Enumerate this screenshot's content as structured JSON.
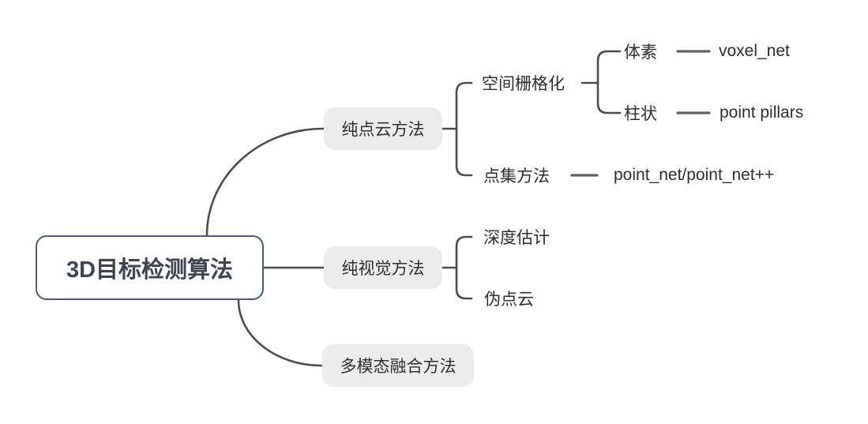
{
  "diagram": {
    "type": "mindmap",
    "title": "3D目标检测算法",
    "root": {
      "label": "3D目标检测算法"
    },
    "branches": [
      {
        "label": "纯点云方法",
        "children": [
          {
            "label": "空间栅格化",
            "children": [
              {
                "label": "体素",
                "children": [
                  {
                    "label": "voxel_net"
                  }
                ]
              },
              {
                "label": "柱状",
                "children": [
                  {
                    "label": "point pillars"
                  }
                ]
              }
            ]
          },
          {
            "label": "点集方法",
            "children": [
              {
                "label": "point_net/point_net++"
              }
            ]
          }
        ]
      },
      {
        "label": "纯视觉方法",
        "children": [
          {
            "label": "深度估计"
          },
          {
            "label": "伪点云"
          }
        ]
      },
      {
        "label": "多模态融合方法",
        "children": []
      }
    ],
    "colors": {
      "background": "#ffffff",
      "root_border": "#515c6b",
      "root_text": "#3e4450",
      "branch_node_bg": "#ececec",
      "node_text": "#2f2f2f",
      "connector_line": "#4d4d4d",
      "dash_line": "#5f5f5f"
    }
  }
}
